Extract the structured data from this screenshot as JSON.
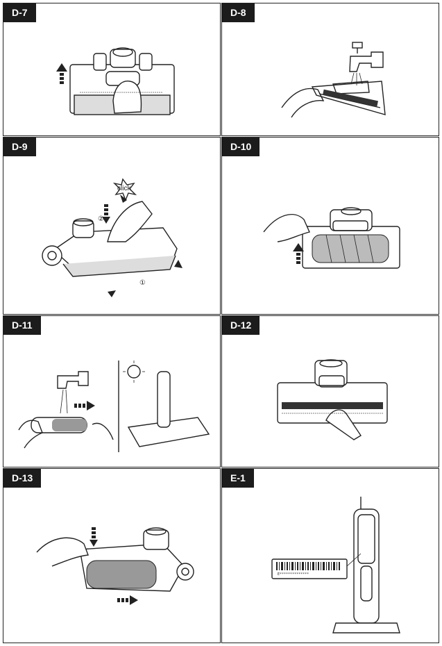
{
  "panels": [
    {
      "id": "D-7"
    },
    {
      "id": "D-8"
    },
    {
      "id": "D-9",
      "click_text": "click",
      "step1": "①",
      "step2": "②"
    },
    {
      "id": "D-10"
    },
    {
      "id": "D-11"
    },
    {
      "id": "D-12"
    },
    {
      "id": "D-13"
    },
    {
      "id": "E-1",
      "serial_text": "E**************"
    }
  ]
}
